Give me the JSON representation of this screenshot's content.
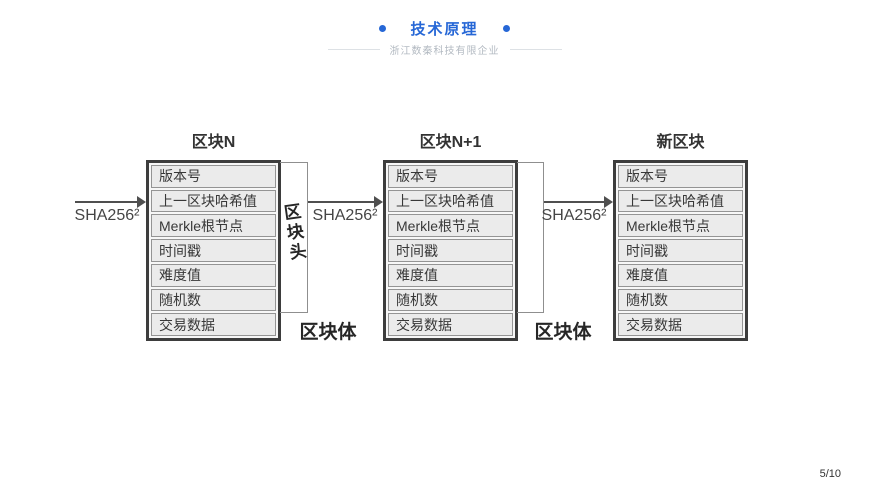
{
  "slide": {
    "title": "技术原理",
    "subtitle": "浙江数秦科技有限企业",
    "page_number": "5/10",
    "accent_color": "#2667d6"
  },
  "diagram": {
    "hash_label": "SHA256²",
    "block_header_label": "区块头",
    "block_body_label": "区块体",
    "blocks": [
      {
        "title": "区块N",
        "rows": [
          "版本号",
          "上一区块哈希值",
          "Merkle根节点",
          "时间戳",
          "难度值",
          "随机数",
          "交易数据"
        ]
      },
      {
        "title": "区块N+1",
        "rows": [
          "版本号",
          "上一区块哈希值",
          "Merkle根节点",
          "时间戳",
          "难度值",
          "随机数",
          "交易数据"
        ]
      },
      {
        "title": "新区块",
        "rows": [
          "版本号",
          "上一区块哈希值",
          "Merkle根节点",
          "时间戳",
          "难度值",
          "随机数",
          "交易数据"
        ]
      }
    ]
  }
}
